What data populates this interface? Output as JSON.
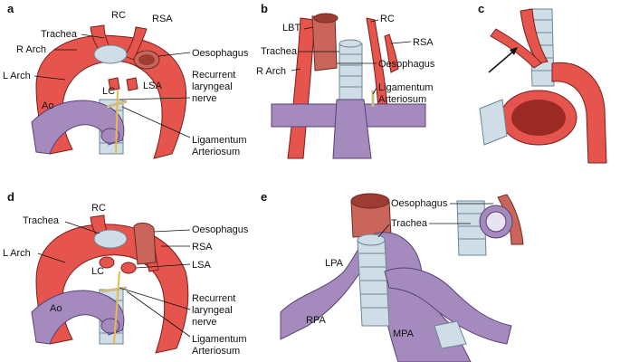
{
  "panels": {
    "a": {
      "letter": "a",
      "labels": {
        "rc": "RC",
        "rsa": "RSA",
        "trachea": "Trachea",
        "r_arch": "R Arch",
        "oesophagus": "Oesophagus",
        "l_arch": "L Arch",
        "lc": "LC",
        "lsa": "LSA",
        "ao": "Ao",
        "recurrent": "Recurrent",
        "laryngeal": "laryngeal",
        "nerve": "nerve",
        "ligamentum": "Ligamentum",
        "arteriosum": "Arteriosum"
      }
    },
    "b": {
      "letter": "b",
      "labels": {
        "lbt": "LBT",
        "rc": "RC",
        "trachea": "Trachea",
        "rsa": "RSA",
        "r_arch": "R Arch",
        "oesophagus": "Oesophagus",
        "ligamentum": "Ligamentum",
        "arteriosum": "Arteriosum"
      }
    },
    "c": {
      "letter": "c",
      "labels": {}
    },
    "d": {
      "letter": "d",
      "labels": {
        "rc": "RC",
        "trachea": "Trachea",
        "oesophagus": "Oesophagus",
        "rsa": "RSA",
        "l_arch": "L Arch",
        "lc": "LC",
        "lsa": "LSA",
        "ao": "Ao",
        "recurrent": "Recurrent",
        "laryngeal": "laryngeal",
        "nerve": "nerve",
        "ligamentum": "Ligamentum",
        "arteriosum": "Arteriosum"
      }
    },
    "e": {
      "letter": "e",
      "labels": {
        "oesophagus": "Oesophagus",
        "trachea": "Trachea",
        "lpa": "LPA",
        "rpa": "RPA",
        "mpa": "MPA"
      }
    }
  },
  "colors": {
    "artery": "#e5554e",
    "pulmonary": "#a58bbd",
    "trachea": "#cfdde6",
    "oesophagus": "#c9655a",
    "nerve": "#e6b94a",
    "ligament": "#cdbb8a"
  }
}
